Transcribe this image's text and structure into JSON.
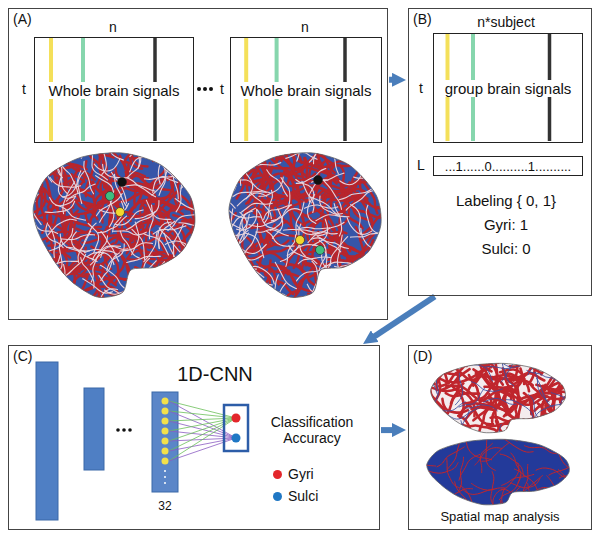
{
  "diagram": {
    "nodes": [
      {
        "text": [
          "(A)"
        ]
      },
      {
        "text": [
          "Whole brain signals"
        ],
        "in": 0
      },
      {
        "text": [
          "Whole brain signals"
        ],
        "in": 0
      },
      {
        "text": [
          "(B)"
        ]
      },
      {
        "text": [
          "group brain signals"
        ],
        "in": 3
      },
      {
        "text": [
          "...1......0..........1.........."
        ],
        "in": 3
      },
      {
        "text": [
          "(C)"
        ]
      },
      {
        "text": [
          "(D)"
        ]
      }
    ],
    "edges": [
      {
        "from": 0,
        "to": 3,
        "arrow": "to"
      },
      {
        "from": 3,
        "to": 6,
        "arrow": "to"
      },
      {
        "from": 6,
        "to": 7,
        "arrow": "to"
      }
    ],
    "labels": [
      "n",
      "t",
      "n",
      "t",
      "n*subject",
      "t",
      "L",
      "Labeling { 0, 1}",
      "Gyri: 1",
      "Sulci: 0",
      "1D-CNN",
      "32",
      "Classification Accuracy",
      "Spatial map analysis"
    ],
    "legend": [
      {
        "text": "Gyri",
        "color": "#e3262b"
      },
      {
        "text": "Sulci",
        "color": "#1f77c4"
      }
    ]
  }
}
